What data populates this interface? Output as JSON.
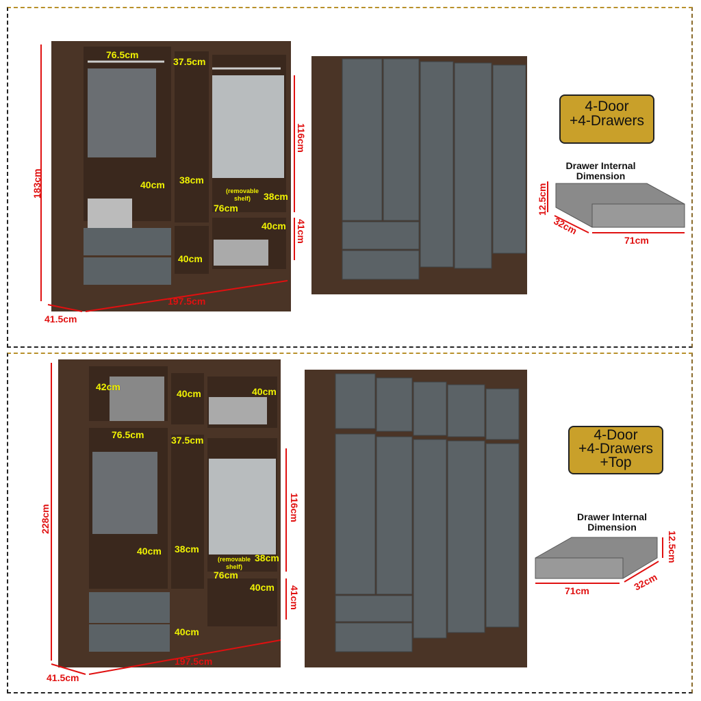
{
  "panels": [
    {
      "badge": [
        "4-Door",
        "+4-Drawers"
      ],
      "drawer_title": [
        "Drawer Internal",
        "Dimension"
      ],
      "drawer_dims": {
        "height": "12.5cm",
        "depth": "32cm",
        "width": "71cm"
      },
      "yellow": [
        "76.5cm",
        "37.5cm",
        "40cm",
        "38cm",
        "38cm",
        "76cm",
        "40cm",
        "40cm"
      ],
      "removable": [
        "(removable",
        "shelf)"
      ],
      "red": {
        "height": "183cm",
        "hang": "116cm",
        "lower": "41cm",
        "depth": "41.5cm",
        "width": "197.5cm"
      }
    },
    {
      "badge": [
        "4-Door",
        "+4-Drawers",
        "+Top"
      ],
      "drawer_title": [
        "Drawer Internal",
        "Dimension"
      ],
      "drawer_dims": {
        "height": "12.5cm",
        "depth": "32cm",
        "width": "71cm"
      },
      "yellow": [
        "42cm",
        "40cm",
        "40cm",
        "76.5cm",
        "37.5cm",
        "40cm",
        "38cm",
        "38cm",
        "76cm",
        "40cm",
        "40cm"
      ],
      "removable": [
        "(removable",
        "shelf)"
      ],
      "red": {
        "height": "228cm",
        "hang": "116cm",
        "lower": "41cm",
        "depth": "41.5cm",
        "width": "197.5cm"
      }
    }
  ],
  "colors": {
    "wood": "#4a3426",
    "door": "#5b6266",
    "badge": "#c9a02a",
    "dim_red": "#e01010",
    "dim_yellow": "#f2f200"
  }
}
